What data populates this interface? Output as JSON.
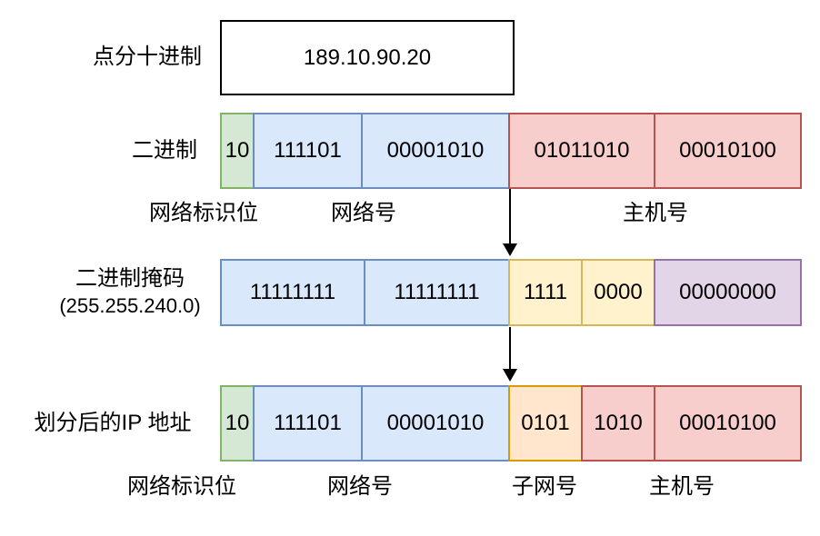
{
  "dotted": {
    "label": "点分十进制",
    "value": "189.10.90.20"
  },
  "binary": {
    "label": "二进制",
    "cells": [
      {
        "text": "10",
        "role": "network-prefix",
        "color": "green"
      },
      {
        "text": "111101",
        "role": "network-octet1",
        "color": "blue"
      },
      {
        "text": "00001010",
        "role": "network-octet2",
        "color": "blue"
      },
      {
        "text": "01011010",
        "role": "host-octet3",
        "color": "red"
      },
      {
        "text": "00010100",
        "role": "host-octet4",
        "color": "red"
      }
    ],
    "captions": [
      "网络标识位",
      "网络号",
      "主机号"
    ]
  },
  "mask": {
    "label_line1": "二进制掩码",
    "label_line2": "(255.255.240.0)",
    "cells": [
      {
        "text": "11111111",
        "role": "mask-octet1",
        "color": "blue"
      },
      {
        "text": "11111111",
        "role": "mask-octet2",
        "color": "blue"
      },
      {
        "text": "1111",
        "role": "mask-subnet-bits",
        "color": "yellow"
      },
      {
        "text": "0000",
        "role": "mask-host-bits",
        "color": "yellow"
      },
      {
        "text": "00000000",
        "role": "mask-octet4",
        "color": "purple"
      }
    ]
  },
  "result": {
    "label": "划分后的IP 地址",
    "cells": [
      {
        "text": "10",
        "role": "network-prefix",
        "color": "green"
      },
      {
        "text": "111101",
        "role": "network-octet1",
        "color": "blue"
      },
      {
        "text": "00001010",
        "role": "network-octet2",
        "color": "blue"
      },
      {
        "text": "0101",
        "role": "subnet-bits",
        "color": "orange"
      },
      {
        "text": "1010",
        "role": "host-bits-high",
        "color": "red"
      },
      {
        "text": "00010100",
        "role": "host-octet4",
        "color": "red"
      }
    ],
    "captions": [
      "网络标识位",
      "网络号",
      "子网号",
      "主机号"
    ]
  },
  "palette": {
    "green_fill": "#d5e8d4",
    "green_stroke": "#82b366",
    "blue_fill": "#dae8fc",
    "blue_stroke": "#6c8ebf",
    "red_fill": "#f8cecc",
    "red_stroke": "#b85450",
    "yellow_fill": "#fff2cc",
    "yellow_stroke": "#d6b656",
    "orange_fill": "#ffe6cc",
    "orange_stroke": "#d79b00",
    "purple_fill": "#e1d5e7",
    "purple_stroke": "#9673a6",
    "arrow": "#000000"
  }
}
